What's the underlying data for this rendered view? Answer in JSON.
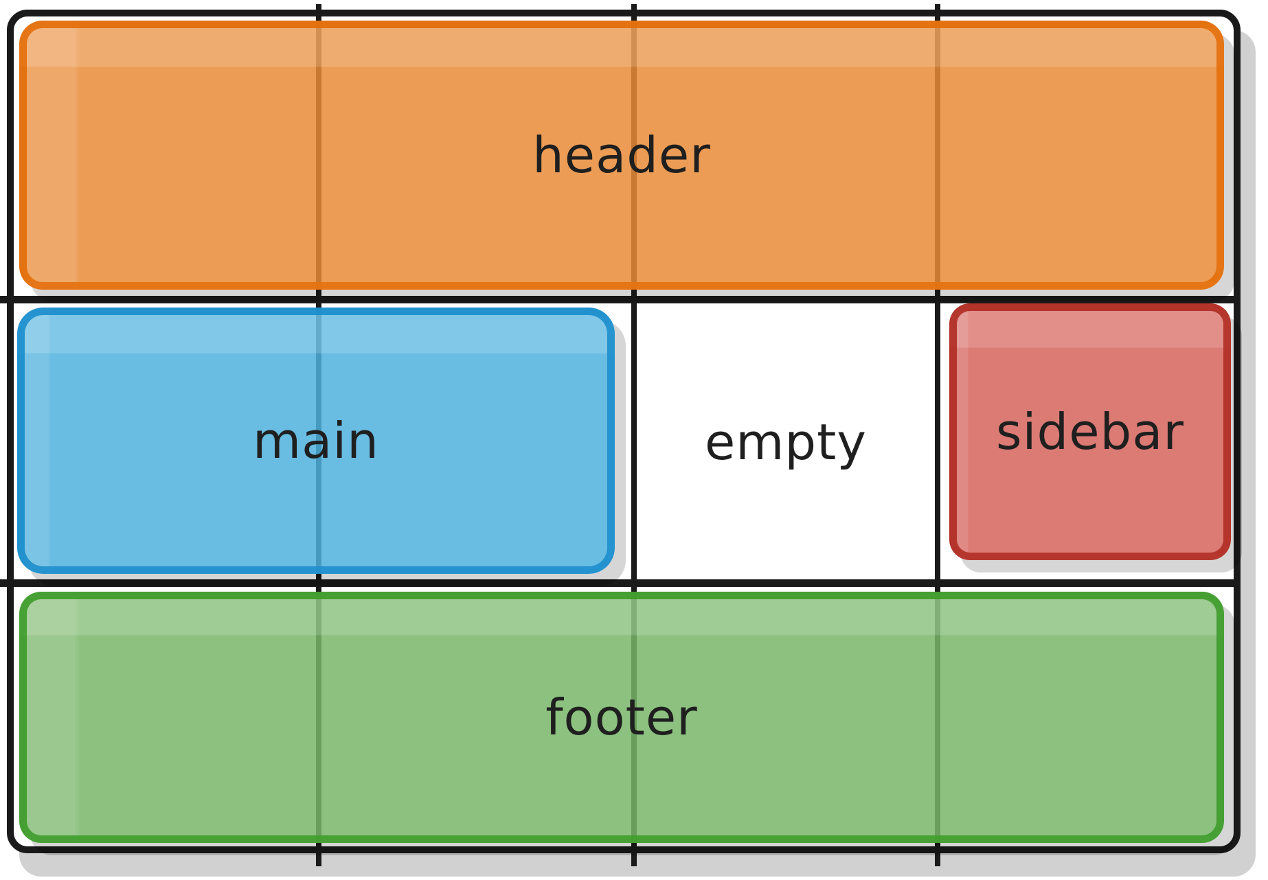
{
  "diagram": {
    "type": "css-grid-layout-illustration",
    "style": "hand-drawn",
    "grid": {
      "columns": 4,
      "rows": 3,
      "line_color": "#1a1a1a",
      "background": "#ffffff",
      "shadow_color": "#cccccc"
    },
    "areas": {
      "header": {
        "label": "header",
        "fill": "#ec9c55",
        "border": "#e8842f",
        "row": 1,
        "col_span": "1-4"
      },
      "main": {
        "label": "main",
        "fill": "#69bce2",
        "border": "#3e9fd4",
        "row": 2,
        "col_span": "1-2"
      },
      "empty": {
        "label": "empty",
        "fill": "#ffffff",
        "row": 2,
        "col_span": "3"
      },
      "sidebar": {
        "label": "sidebar",
        "fill": "#dc7a74",
        "border": "#bc4b44",
        "row": 2,
        "col_span": "4"
      },
      "footer": {
        "label": "footer",
        "fill": "#8cc17e",
        "border": "#5bab4a",
        "row": 3,
        "col_span": "1-4"
      }
    },
    "text_color": "#1f1f1f"
  }
}
